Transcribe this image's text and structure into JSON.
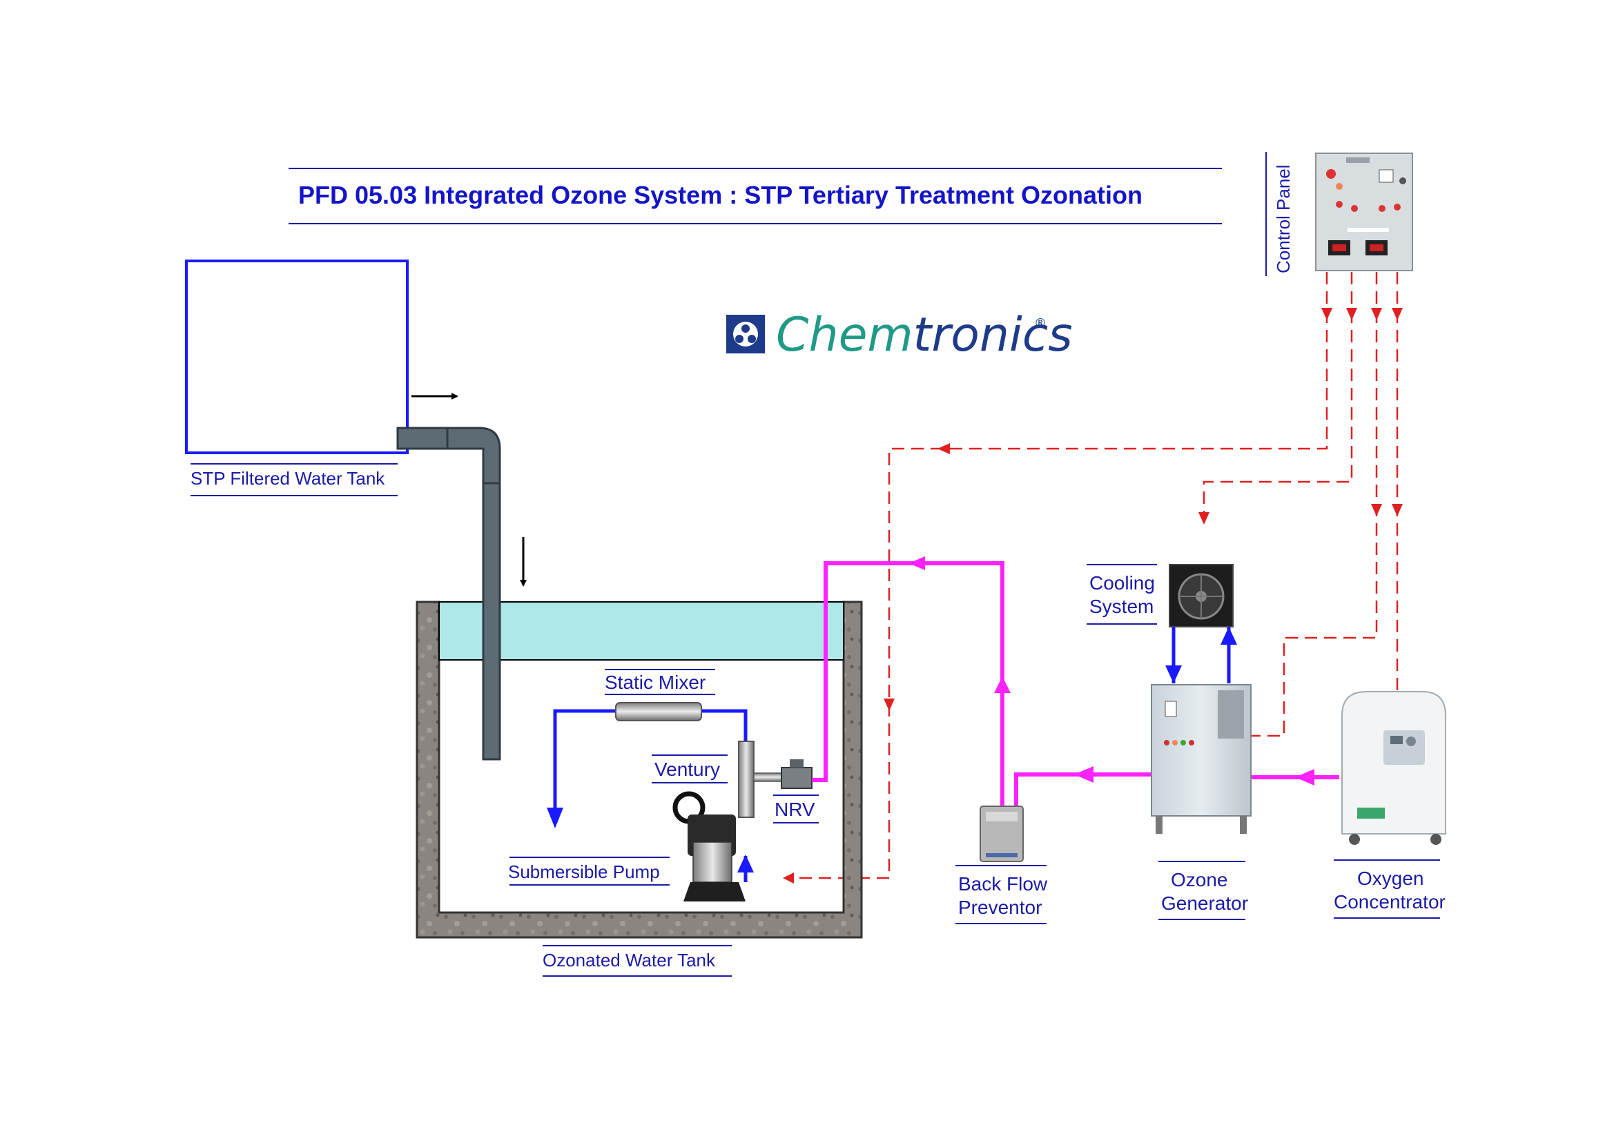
{
  "title": "PFD 05.03 Integrated Ozone System : STP Tertiary Treatment Ozonation",
  "brand": {
    "name_part1": "Chem",
    "name_part2": "tronics",
    "mark": "®"
  },
  "labels": {
    "control_panel": "Control Panel",
    "stp_tank": "STP Filtered Water Tank",
    "static_mixer": "Static Mixer",
    "venturi": "Ventury",
    "nrv": "NRV",
    "pump": "Submersible Pump",
    "ozonated_tank": "Ozonated Water Tank",
    "cooling_line1": "Cooling",
    "cooling_line2": "System",
    "backflow_line1": "Back Flow",
    "backflow_line2": "Preventor",
    "ozone_line1": "Ozone",
    "ozone_line2": "Generator",
    "oxygen_line1": "Oxygen",
    "oxygen_line2": "Concentrator"
  },
  "colors": {
    "title": "#1414c8",
    "label": "#1a1aa8",
    "water_line": "#1a1aff",
    "ozone_line": "#ff22ff",
    "control_signal": "#e02020",
    "pipe": "#5d6b75",
    "water": "#aee8e8",
    "brand_text": "#1f9a86",
    "brand_dark": "#1d3b8a"
  }
}
